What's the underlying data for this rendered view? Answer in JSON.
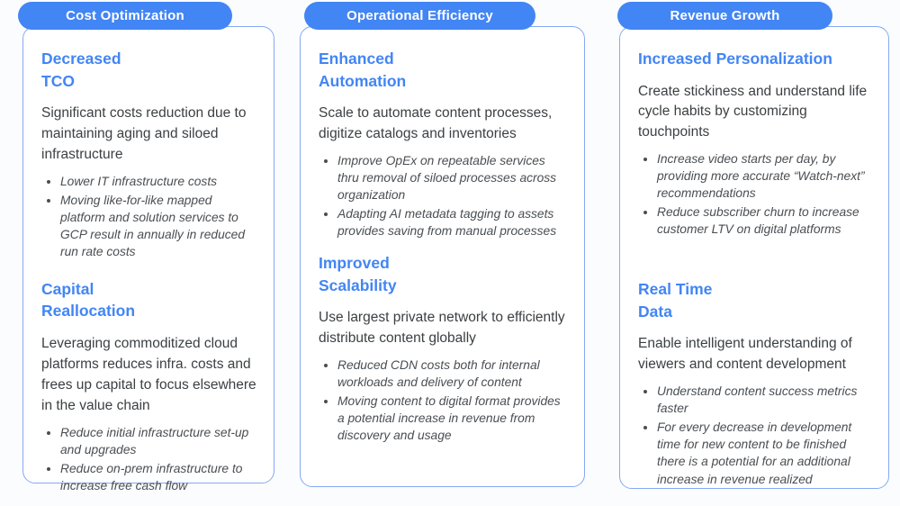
{
  "colors": {
    "pill_background": "#4285f4",
    "pill_text": "#ffffff",
    "card_border": "#85a9f3",
    "heading_text": "#4285f4",
    "body_text": "#3c4043",
    "bullet_text": "#4a4e52",
    "page_background": "#fbfcfe"
  },
  "columns": [
    {
      "pill": "Cost Optimization",
      "sections": [
        {
          "heading": "Decreased\nTCO",
          "paragraph": "Significant costs reduction due to maintaining aging and siloed infrastructure",
          "bullets": [
            "Lower IT infrastructure costs",
            "Moving like-for-like mapped platform and solution services to GCP result in annually in reduced run rate costs"
          ]
        },
        {
          "heading": "Capital\nReallocation",
          "paragraph": "Leveraging commoditized cloud platforms reduces infra. costs and frees up capital to focus elsewhere in the value chain",
          "bullets": [
            "Reduce initial infrastructure set-up and upgrades",
            "Reduce on-prem infrastructure to increase free cash flow"
          ]
        }
      ]
    },
    {
      "pill": "Operational Efficiency",
      "sections": [
        {
          "heading": "Enhanced\nAutomation",
          "paragraph": "Scale to automate content processes, digitize catalogs and inventories",
          "bullets": [
            "Improve OpEx on repeatable services thru removal of siloed processes across organization",
            "Adapting AI metadata tagging to assets provides saving from manual processes"
          ]
        },
        {
          "heading": "Improved\nScalability",
          "paragraph": "Use largest private network to efficiently distribute content globally",
          "bullets": [
            "Reduced CDN costs both for internal workloads and delivery of content",
            "Moving content to digital format provides a potential increase in revenue from discovery and usage"
          ]
        }
      ]
    },
    {
      "pill": "Revenue Growth",
      "sections": [
        {
          "heading": "Increased Personalization",
          "paragraph": "Create stickiness and understand life cycle habits by customizing touchpoints",
          "bullets": [
            "Increase video starts per day, by providing more accurate “Watch-next” recommendations",
            "Reduce subscriber churn to increase customer LTV on digital platforms"
          ]
        },
        {
          "heading": "Real Time\nData",
          "paragraph": "Enable intelligent understanding of viewers and content development",
          "bullets": [
            "Understand content success metrics faster",
            "For every decrease in development time for new content to be finished there is a potential for an additional increase in revenue realized"
          ]
        }
      ]
    }
  ]
}
